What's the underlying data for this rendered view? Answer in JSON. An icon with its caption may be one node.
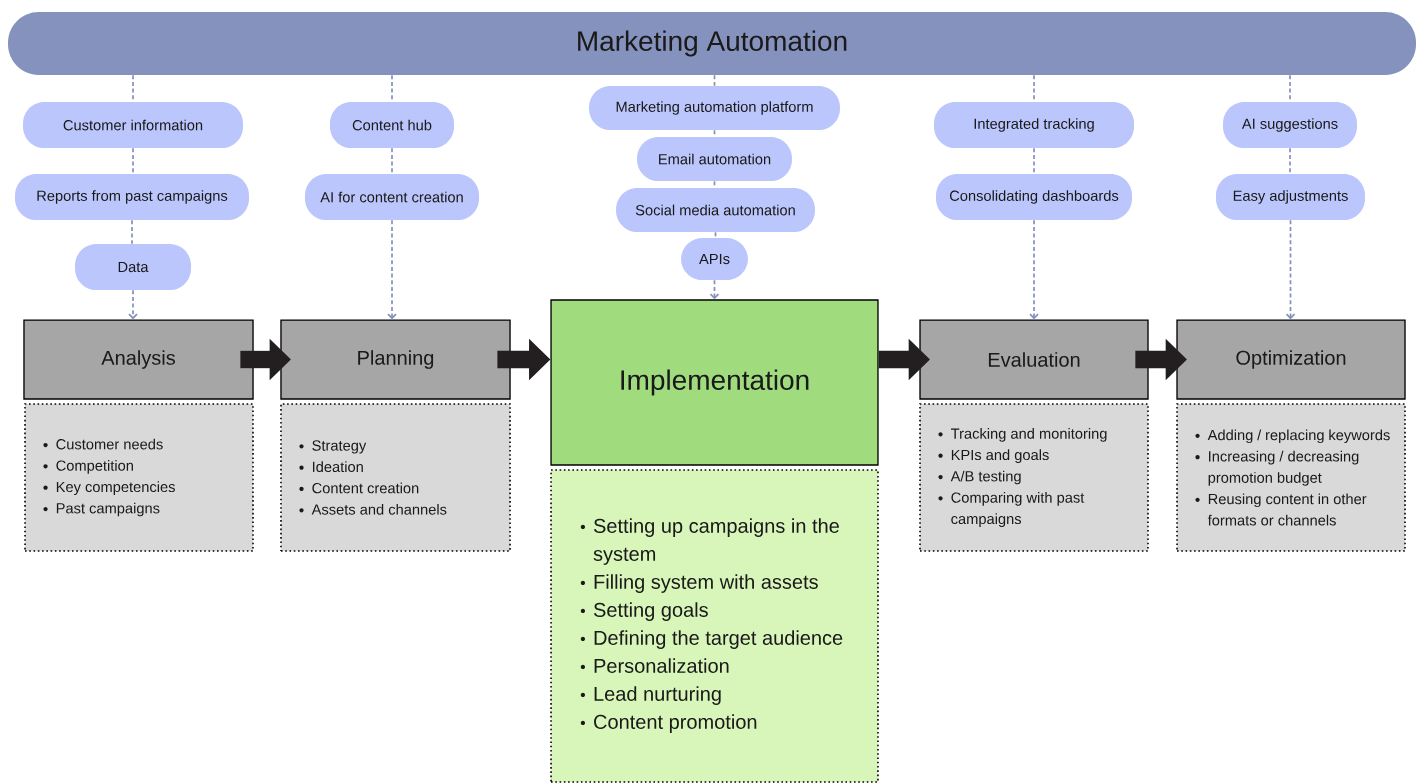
{
  "diagram": {
    "nodes": [
      {
        "text": [
          "Marketing Automation"
        ]
      },
      {
        "text": [
          "Customer information"
        ]
      },
      {
        "text": [
          "Reports from past campaigns"
        ]
      },
      {
        "text": [
          "Data"
        ]
      },
      {
        "text": [
          "Content hub"
        ]
      },
      {
        "text": [
          "AI for content creation"
        ]
      },
      {
        "text": [
          "Marketing automation platform"
        ]
      },
      {
        "text": [
          "Email automation"
        ]
      },
      {
        "text": [
          "Social media automation"
        ]
      },
      {
        "text": [
          "APIs"
        ]
      },
      {
        "text": [
          "Integrated tracking"
        ]
      },
      {
        "text": [
          "Consolidating dashboards"
        ]
      },
      {
        "text": [
          "AI suggestions"
        ]
      },
      {
        "text": [
          "Easy adjustments"
        ]
      },
      {
        "text": [
          "Analysis"
        ]
      },
      {
        "text": [
          "Customer needs",
          "Competition",
          "Key competencies",
          "Past campaigns"
        ]
      },
      {
        "text": [
          "Planning"
        ]
      },
      {
        "text": [
          "Strategy",
          "Ideation",
          "Content creation",
          "Assets and channels"
        ]
      },
      {
        "text": [
          "Implementation"
        ]
      },
      {
        "text": [
          "Setting up campaigns in the system",
          "Filling system with assets",
          "Setting goals",
          "Defining the target audience",
          "Personalization",
          "Lead nurturing",
          "Content promotion"
        ]
      },
      {
        "text": [
          "Evaluation"
        ]
      },
      {
        "text": [
          "Tracking and monitoring",
          "KPIs and goals",
          "A/B testing",
          "Comparing with past campaigns"
        ]
      },
      {
        "text": [
          "Optimization"
        ]
      },
      {
        "text": [
          "Adding / replacing keywords",
          "Increasing / decreasing promotion budget",
          "Reusing content in other formats or channels"
        ]
      }
    ],
    "edges": [
      {
        "from": 0,
        "to": 1,
        "arrow": "none",
        "style": "dashed"
      },
      {
        "from": 1,
        "to": 2,
        "arrow": "none",
        "style": "dashed"
      },
      {
        "from": 2,
        "to": 3,
        "arrow": "none",
        "style": "dashed"
      },
      {
        "from": 3,
        "to": 14,
        "arrow": "to",
        "style": "dashed"
      },
      {
        "from": 0,
        "to": 4,
        "arrow": "none",
        "style": "dashed"
      },
      {
        "from": 4,
        "to": 5,
        "arrow": "none",
        "style": "dashed"
      },
      {
        "from": 5,
        "to": 16,
        "arrow": "to",
        "style": "dashed"
      },
      {
        "from": 0,
        "to": 6,
        "arrow": "none",
        "style": "dashed"
      },
      {
        "from": 6,
        "to": 7,
        "arrow": "none",
        "style": "dashed"
      },
      {
        "from": 7,
        "to": 8,
        "arrow": "none",
        "style": "dashed"
      },
      {
        "from": 8,
        "to": 9,
        "arrow": "none",
        "style": "dashed"
      },
      {
        "from": 9,
        "to": 18,
        "arrow": "to",
        "style": "dashed"
      },
      {
        "from": 0,
        "to": 10,
        "arrow": "none",
        "style": "dashed"
      },
      {
        "from": 10,
        "to": 11,
        "arrow": "none",
        "style": "dashed"
      },
      {
        "from": 11,
        "to": 20,
        "arrow": "to",
        "style": "dashed"
      },
      {
        "from": 0,
        "to": 12,
        "arrow": "none",
        "style": "dashed"
      },
      {
        "from": 12,
        "to": 13,
        "arrow": "none",
        "style": "dashed"
      },
      {
        "from": 13,
        "to": 22,
        "arrow": "to",
        "style": "dashed"
      },
      {
        "from": 14,
        "to": 16,
        "arrow": "to",
        "style": "thick",
        "color": "#231f20"
      },
      {
        "from": 16,
        "to": 18,
        "arrow": "to",
        "style": "thick",
        "color": "#231f20"
      },
      {
        "from": 18,
        "to": 20,
        "arrow": "to",
        "style": "thick",
        "color": "#231f20"
      },
      {
        "from": 20,
        "to": 22,
        "arrow": "to",
        "style": "thick",
        "color": "#231f20"
      }
    ]
  }
}
